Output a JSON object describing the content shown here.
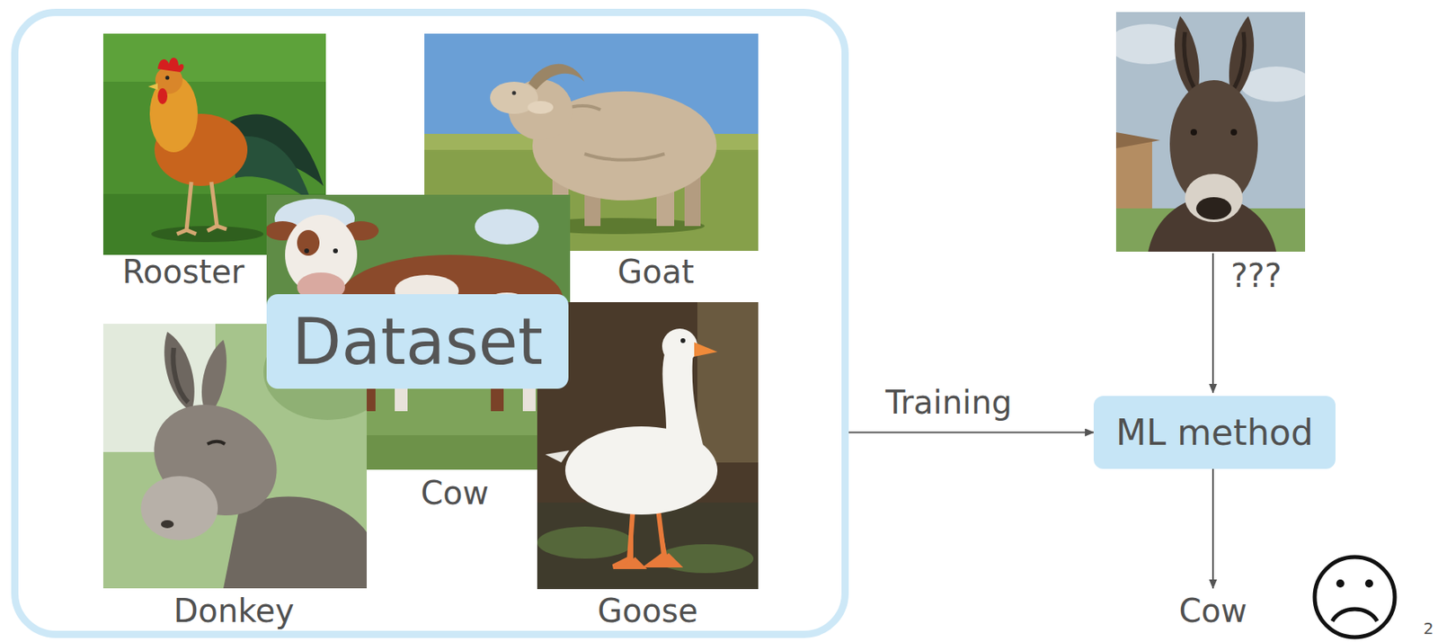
{
  "diagram": {
    "nodes": [
      {
        "text": [
          "Dataset"
        ]
      },
      {
        "text": [
          "ML method"
        ]
      },
      {
        "text": [
          "Cow"
        ]
      }
    ],
    "edges": [
      {
        "from": 0,
        "to": 1,
        "arrow": "to",
        "label": "Training"
      },
      {
        "from": 1,
        "to": 2,
        "arrow": "to"
      }
    ],
    "labels": [
      "Rooster",
      "Goat",
      "Cow",
      "Donkey",
      "Goose",
      "???",
      "2"
    ]
  }
}
